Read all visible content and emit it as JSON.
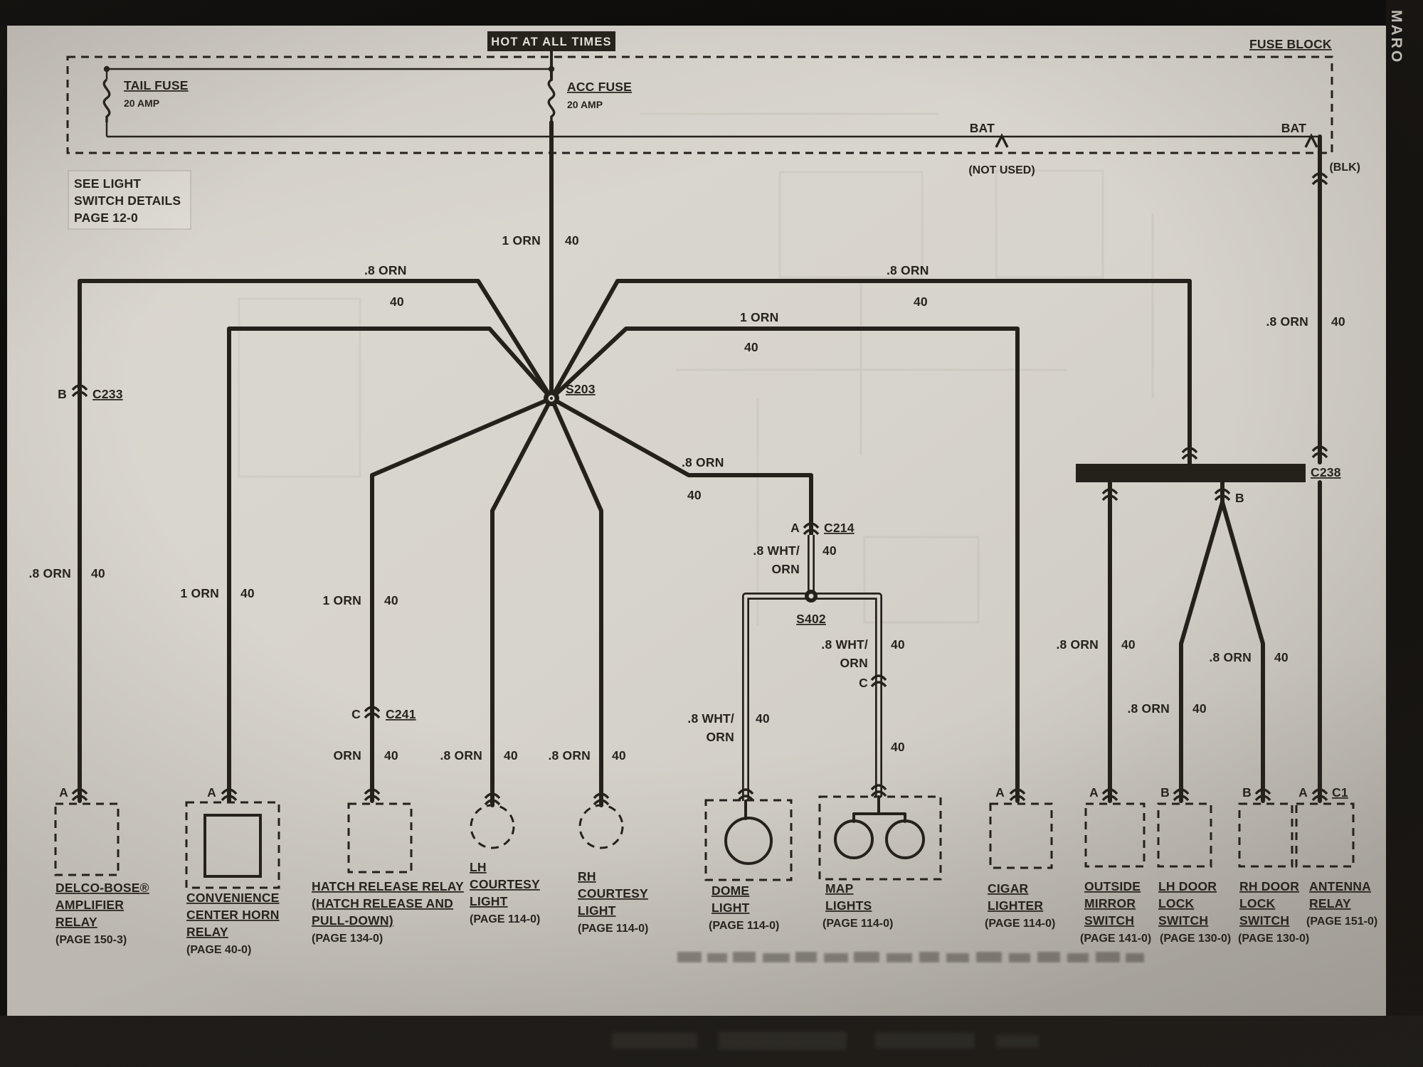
{
  "edge": {
    "page_label": "MARO"
  },
  "labels": {
    "hot": "HOT AT ALL TIMES",
    "fuse_block": "FUSE BLOCK",
    "note1": "SEE LIGHT",
    "note2": "SWITCH DETAILS",
    "note3": "PAGE 12-0",
    "tail_fuse": "TAIL FUSE",
    "tail_amp": "20 AMP",
    "acc_fuse": "ACC FUSE",
    "acc_amp": "20 AMP",
    "bat1": "BAT",
    "bat1_note": "(NOT USED)",
    "bat2": "BAT",
    "bat2_note": "(BLK)",
    "s203": "S203",
    "s402": "S402",
    "c233_pin": "B",
    "c233": "C233",
    "c241_pin": "C",
    "c241": "C241",
    "c214_pin": "A",
    "c214": "C214",
    "c238": "C238",
    "c238_pin": "B",
    "map_pin": "C"
  },
  "wires": {
    "acc_feed": {
      "g": "1 ORN",
      "s": "40"
    },
    "left_main": {
      "g": ".8 ORN",
      "s": "40"
    },
    "delco_v": {
      "g": ".8 ORN",
      "s": "40"
    },
    "conv_v": {
      "g": "1 ORN",
      "s": "40"
    },
    "hatch_v": {
      "g": "1 ORN",
      "s": "40"
    },
    "hatch_low": {
      "g": "ORN",
      "s": "40"
    },
    "lh_court": {
      "g": ".8 ORN",
      "s": "40"
    },
    "rh_court": {
      "g": ".8 ORN",
      "s": "40"
    },
    "right_main": {
      "g": ".8 ORN",
      "s": "40"
    },
    "cigar_h": {
      "g": "1 ORN",
      "s": "40"
    },
    "c214_h": {
      "g": ".8 ORN",
      "s": "40"
    },
    "c214_v": {
      "g1": ".8 WHT/",
      "g2": "ORN",
      "s": "40"
    },
    "dome_v": {
      "g1": ".8 WHT/",
      "g2": "ORN",
      "s": "40"
    },
    "map_v": {
      "g1": ".8 WHT/",
      "g2": "ORN",
      "s": "40",
      "s2": "40"
    },
    "mirror_v": {
      "g": ".8 ORN",
      "s": "40"
    },
    "lhlock_v": {
      "g": ".8 ORN",
      "s": "40"
    },
    "rhlock_v": {
      "g": ".8 ORN",
      "s": "40"
    },
    "bat_v": {
      "g": ".8 ORN",
      "s": "40"
    }
  },
  "pins": {
    "delco": "A",
    "conv": "A",
    "cigar": "A",
    "mirror": "A",
    "lh_lock": "B",
    "rh_lock": "B",
    "antenna": "A",
    "antenna_conn": "C1"
  },
  "components": {
    "delco": {
      "l1": "DELCO-BOSE®",
      "l2": "AMPLIFIER",
      "l3": "RELAY",
      "page": "(PAGE 150-3)"
    },
    "conv": {
      "l1": "CONVENIENCE",
      "l2": "CENTER HORN",
      "l3": "RELAY",
      "page": "(PAGE 40-0)"
    },
    "hatch": {
      "l1": "HATCH RELEASE RELAY",
      "l2": "(HATCH RELEASE AND",
      "l3": "PULL-DOWN)",
      "page": "(PAGE 134-0)"
    },
    "lh_courtesy": {
      "l1": "LH",
      "l2": "COURTESY",
      "l3": "LIGHT",
      "page": "(PAGE 114-0)"
    },
    "rh_courtesy": {
      "l1": "RH",
      "l2": "COURTESY",
      "l3": "LIGHT",
      "page": "(PAGE 114-0)"
    },
    "dome": {
      "l1": "DOME",
      "l2": "LIGHT",
      "page": "(PAGE 114-0)"
    },
    "map": {
      "l1": "MAP",
      "l2": "LIGHTS",
      "page": "(PAGE 114-0)"
    },
    "cigar": {
      "l1": "CIGAR",
      "l2": "LIGHTER",
      "page": "(PAGE 114-0)"
    },
    "mirror": {
      "l1": "OUTSIDE",
      "l2": "MIRROR",
      "l3": "SWITCH",
      "page": "(PAGE 141-0)"
    },
    "lh_lock": {
      "l1": "LH DOOR",
      "l2": "LOCK",
      "l3": "SWITCH",
      "page": "(PAGE 130-0)"
    },
    "rh_lock": {
      "l1": "RH DOOR",
      "l2": "LOCK",
      "l3": "SWITCH",
      "page": "(PAGE 130-0)"
    },
    "antenna": {
      "l1": "ANTENNA",
      "l2": "RELAY",
      "page": "(PAGE 151-0)"
    }
  },
  "colors": {
    "ink": "#24211b",
    "paper": "#d7d4cd",
    "edge": "#14120f"
  }
}
